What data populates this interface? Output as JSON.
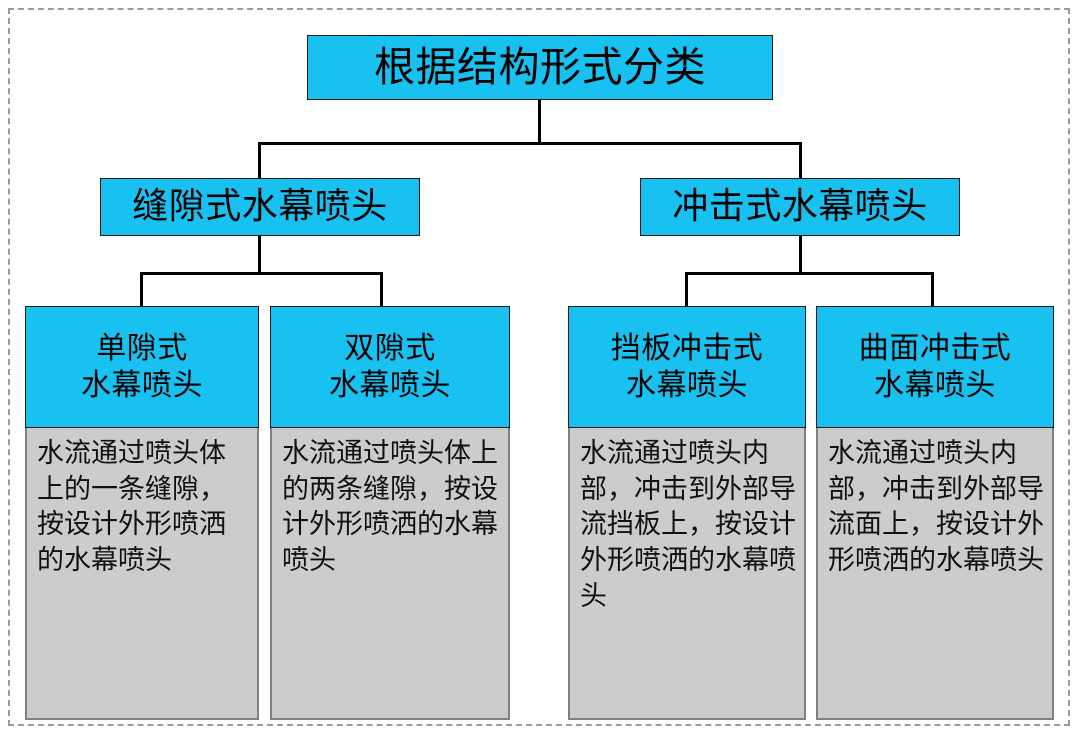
{
  "diagram": {
    "root": {
      "label": "根据结构形式分类"
    },
    "level2": [
      {
        "label": "缝隙式水幕喷头"
      },
      {
        "label": "冲击式水幕喷头"
      }
    ],
    "leaves": [
      {
        "title": "单隙式\n水幕喷头",
        "description": "水流通过喷头体上的一条缝隙，按设计外形喷洒的水幕喷头"
      },
      {
        "title": "双隙式\n水幕喷头",
        "description": "水流通过喷头体上的两条缝隙，按设计外形喷洒的水幕喷头"
      },
      {
        "title": "挡板冲击式\n水幕喷头",
        "description": "水流通过喷头内部，冲击到外部导流挡板上，按设计外形喷洒的水幕喷头"
      },
      {
        "title": "曲面冲击式\n水幕喷头",
        "description": "水流通过喷头内部，冲击到外部导流面上，按设计外形喷洒的水幕喷头"
      }
    ],
    "colors": {
      "node_fill": "#18c1f0",
      "node_border": "#1a1a1a",
      "body_fill": "#cccccc",
      "body_border": "#808080",
      "connector": "#000000",
      "frame_border": "#9b9b9b",
      "text": "#000000",
      "background": "#ffffff"
    }
  }
}
